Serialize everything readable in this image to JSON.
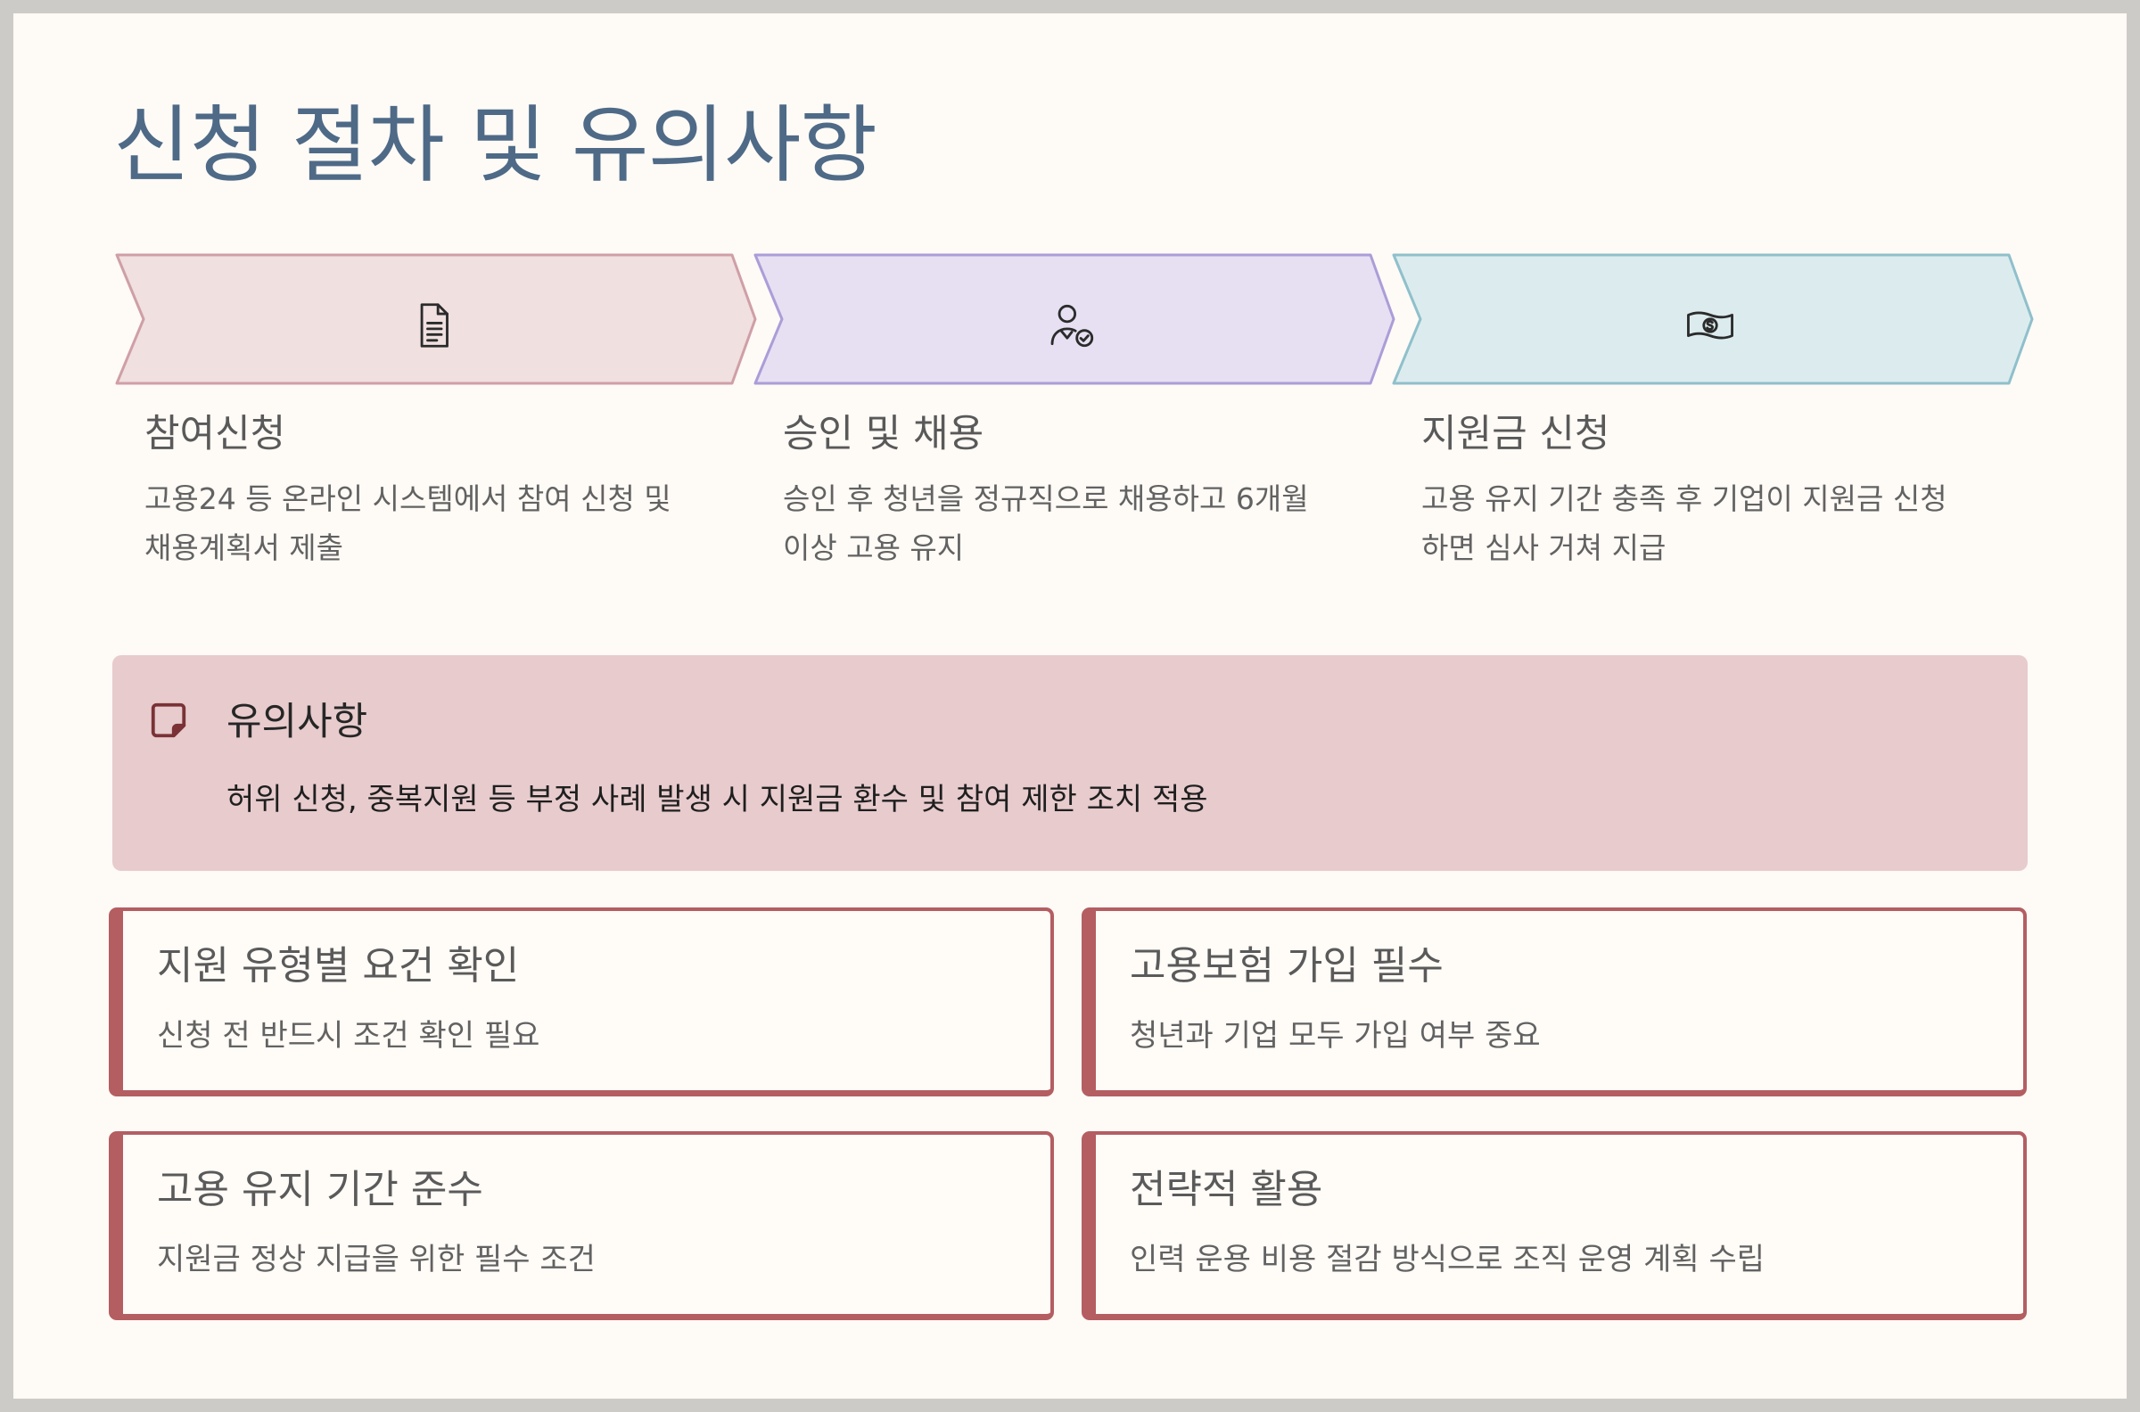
{
  "title": "신청 절차 및 유의사항",
  "steps": [
    {
      "icon": "document-icon",
      "title": "참여신청",
      "desc_line1": "고용24 등 온라인 시스템에서 참여 신청 및",
      "desc_line2": "채용계획서 제출",
      "fill": "#f0e0e0",
      "stroke": "#cf9fa6"
    },
    {
      "icon": "user-check-icon",
      "title": "승인 및 채용",
      "desc_line1": "승인 후 청년을 정규직으로 채용하고 6개월",
      "desc_line2": "이상 고용 유지",
      "fill": "#e6e0f2",
      "stroke": "#ab9dd8"
    },
    {
      "icon": "money-bill-icon",
      "title": "지원금 신청",
      "desc_line1": "고용 유지 기간 충족 후 기업이 지원금 신청",
      "desc_line2": "하면 심사 거쳐 지급",
      "fill": "#dcecee",
      "stroke": "#8fc0cb"
    }
  ],
  "notice": {
    "icon": "sticky-note-icon",
    "title": "유의사항",
    "text": "허위 신청, 중복지원 등 부정 사례 발생 시 지원금 환수 및 참여 제한 조치 적용"
  },
  "cards": [
    {
      "title": "지원 유형별 요건 확인",
      "desc": "신청 전 반드시 조건 확인 필요"
    },
    {
      "title": "고용보험 가입 필수",
      "desc": "청년과 기업 모두 가입 여부 중요"
    },
    {
      "title": "고용 유지 기간 준수",
      "desc": "지원금 정상 지급을 위한 필수 조건"
    },
    {
      "title": "전략적 활용",
      "desc": "인력 운용 비용 절감 방식으로 조직 운영 계획 수립"
    }
  ],
  "colors": {
    "title": "#4e6a87",
    "accent": "#b45e62",
    "notice_bg": "#e7cbcd",
    "notice_icon": "#7a3236"
  }
}
